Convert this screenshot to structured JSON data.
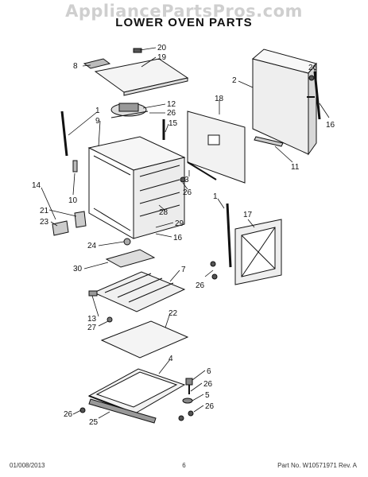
{
  "watermark": "AppliancePartsPros.com",
  "title": "LOWER OVEN PARTS",
  "footer": {
    "date": "01/008/2013",
    "page": "6",
    "part": "Part No. W10571971 Rev. A"
  },
  "callouts": [
    "20",
    "19",
    "8",
    "2",
    "26",
    "18",
    "12",
    "26",
    "1",
    "9",
    "15",
    "16",
    "11",
    "3",
    "26",
    "14",
    "10",
    "1",
    "17",
    "21",
    "23",
    "28",
    "29",
    "16",
    "24",
    "26",
    "30",
    "7",
    "13",
    "27",
    "22",
    "4",
    "6",
    "26",
    "5",
    "26",
    "26",
    "25"
  ]
}
